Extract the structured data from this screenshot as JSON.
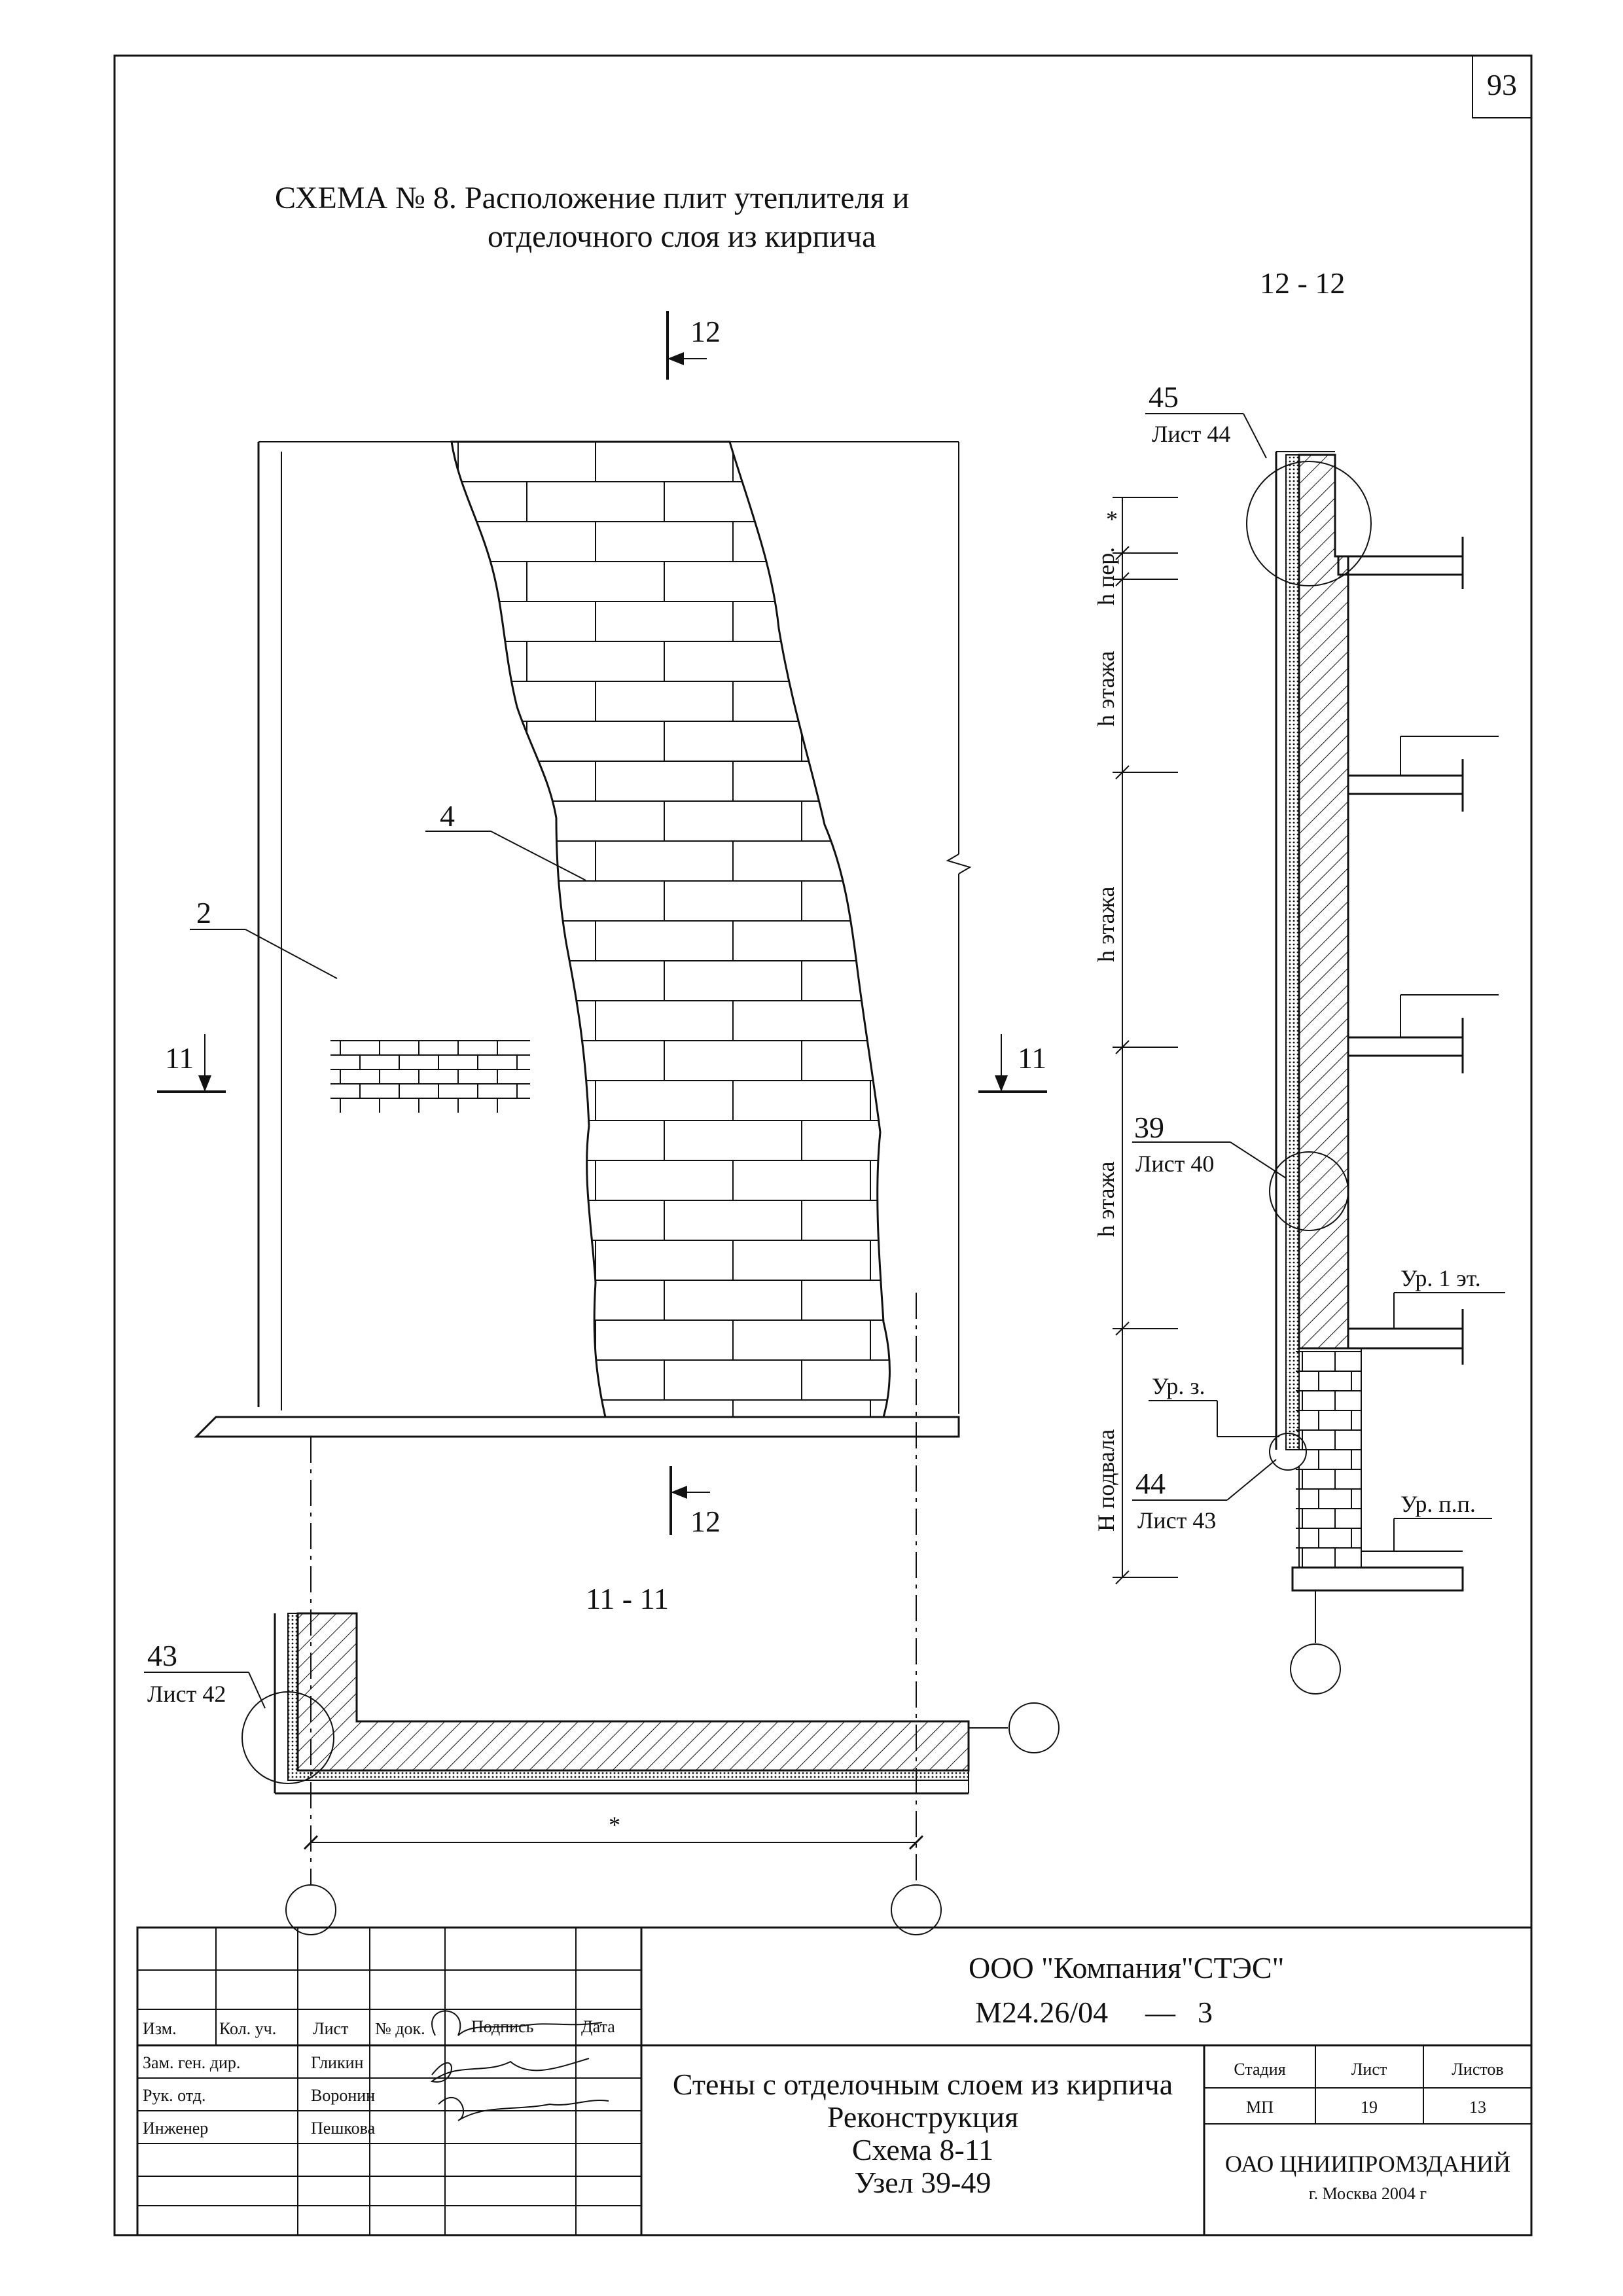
{
  "page_number": "93",
  "title": {
    "line1": "СХЕМА № 8. Расположение плит утеплителя и",
    "line2": "отделочного слоя из кирпича"
  },
  "section_12_title": "12 - 12",
  "section_11_title": "11 - 11",
  "section_marks": {
    "cut12_top": "12",
    "cut12_bottom": "12",
    "cut11_left": "11",
    "cut11_right": "11"
  },
  "callouts": {
    "c2": "2",
    "c4": "4",
    "c45": "45",
    "c45_sheet": "Лист 44",
    "c39": "39",
    "c39_sheet": "Лист 40",
    "c44": "44",
    "c44_sheet": "Лист 43",
    "c43": "43",
    "c43_sheet": "Лист 42"
  },
  "dimensions": {
    "h_per": "h пер.",
    "h_etazha_1": "h этажа",
    "h_etazha_2": "h этажа",
    "h_etazha_3": "h этажа",
    "h_podvala": "H подвала",
    "star_top": "*",
    "star_bottom": "*"
  },
  "levels": {
    "ur_1_et": "Ур. 1 эт.",
    "ur_z": "Ур. з.",
    "ur_pp": "Ур. п.п."
  },
  "title_block": {
    "company": "ООО \"Компания\"СТЭС\"",
    "code": "М24.26/04",
    "code_dash": "—",
    "code_num": "3",
    "headers": [
      "Изм.",
      "Кол. уч.",
      "Лист",
      "№ док.",
      "Подпись",
      "Дата"
    ],
    "roles": [
      {
        "role": "Зам. ген. дир.",
        "name": "Гликин"
      },
      {
        "role": "Рук. отд.",
        "name": "Воронин"
      },
      {
        "role": "Инженер",
        "name": "Пешкова"
      }
    ],
    "doc_title": [
      "Стены с отделочным слоем из кирпича",
      "Реконструкция",
      "Схема 8-11",
      "Узел 39-49"
    ],
    "stage_header": "Стадия",
    "sheet_header": "Лист",
    "sheets_header": "Листов",
    "stage": "МП",
    "sheet": "19",
    "sheets": "13",
    "org": "ОАО ЦНИИПРОМЗДАНИЙ",
    "org_city": "г. Москва 2004 г"
  },
  "colors": {
    "ink": "#111111",
    "paper": "#ffffff"
  }
}
